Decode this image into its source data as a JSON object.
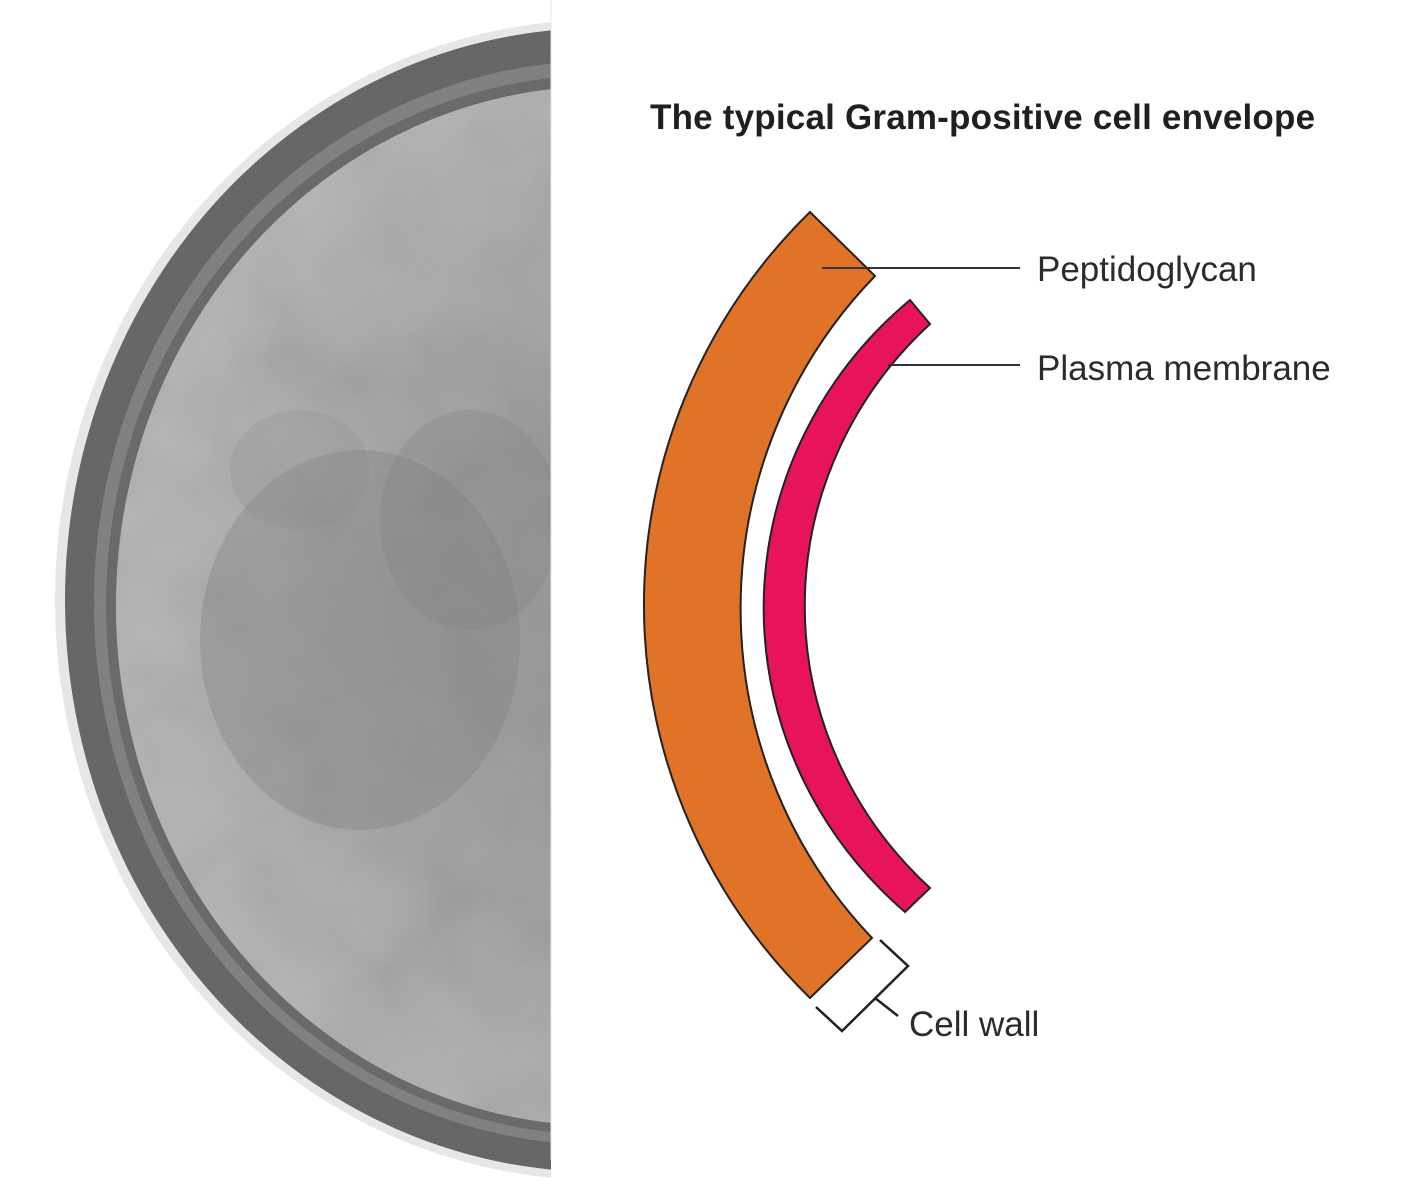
{
  "title": "The typical Gram-positive cell envelope",
  "labels": {
    "peptidoglycan": "Peptidoglycan",
    "plasma_membrane": "Plasma membrane",
    "cell_wall": "Cell wall"
  },
  "colors": {
    "peptidoglycan": "#e07327",
    "plasma_membrane": "#e8145a",
    "micrograph_wall": "#6e6e6e",
    "micrograph_cytoplasm": "#9e9e9e",
    "outline": "#222222"
  }
}
